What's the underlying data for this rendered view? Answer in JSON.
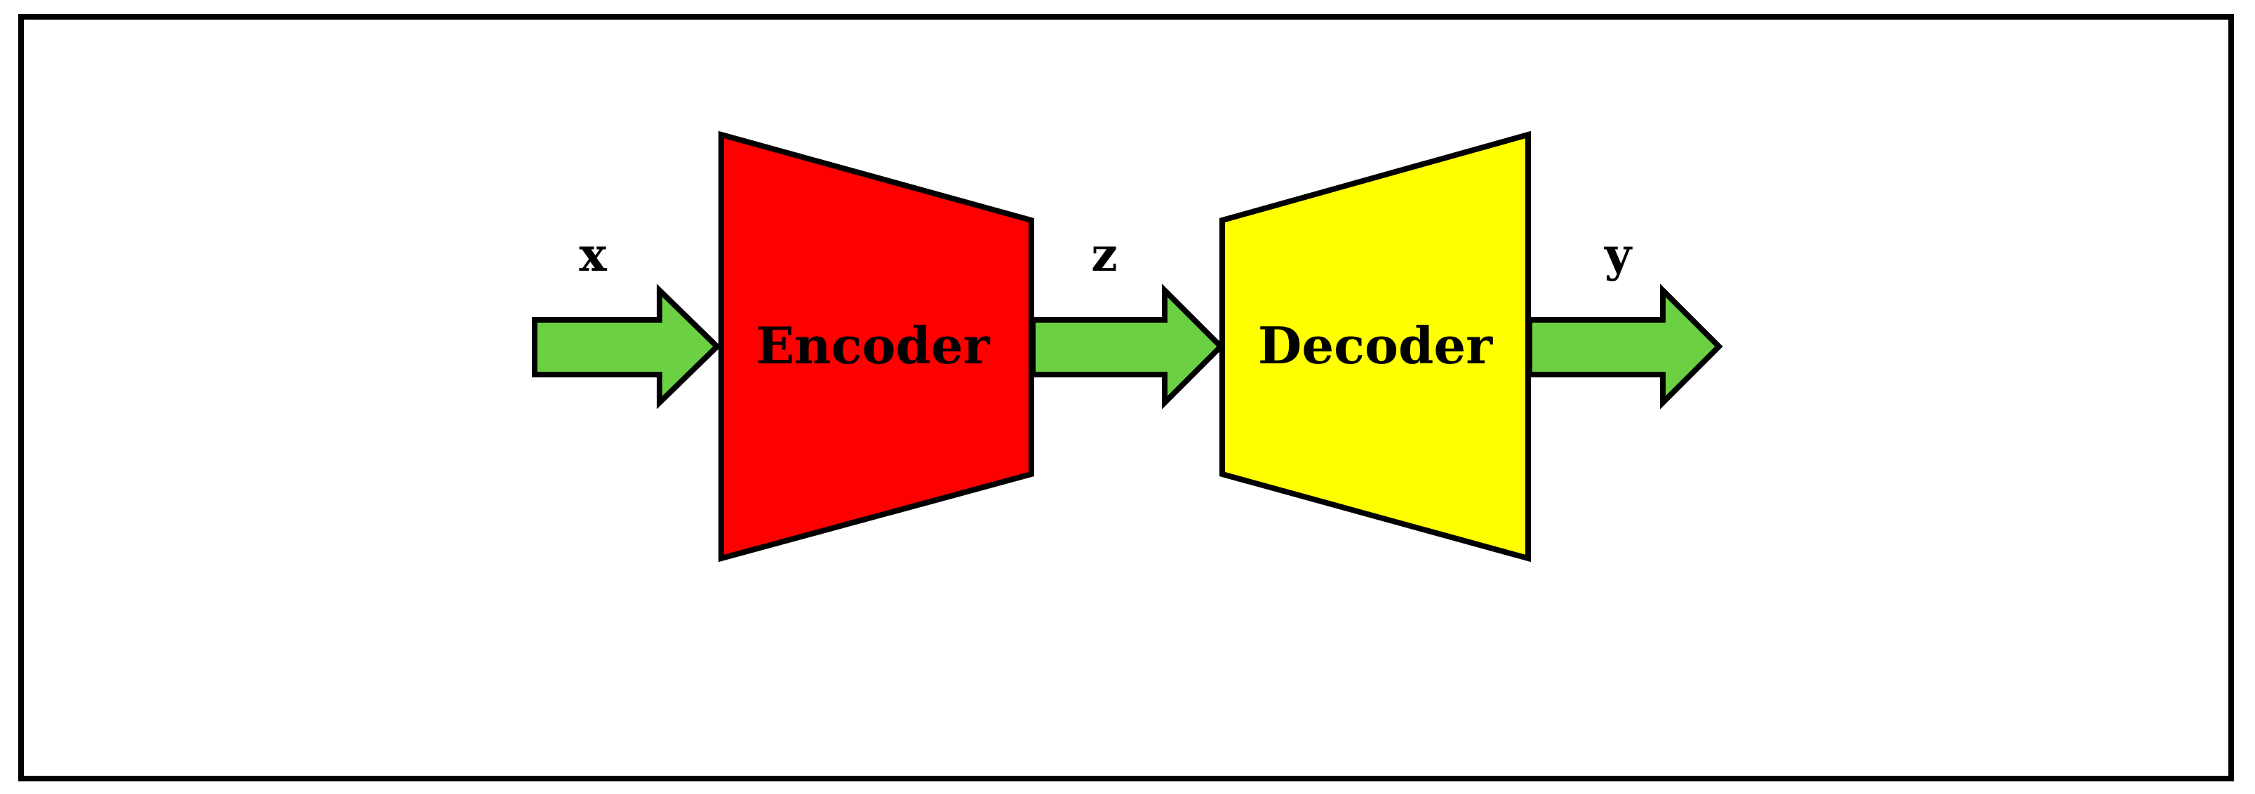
{
  "diagram": {
    "input_label": "x",
    "latent_label": "z",
    "output_label": "y",
    "encoder_label": "Encoder",
    "decoder_label": "Decoder"
  },
  "colors": {
    "frame": "#000000",
    "arrow_fill": "#6cd043",
    "encoder_fill": "#ff0000",
    "decoder_fill": "#ffff00",
    "outline": "#000000",
    "background": "#ffffff"
  }
}
